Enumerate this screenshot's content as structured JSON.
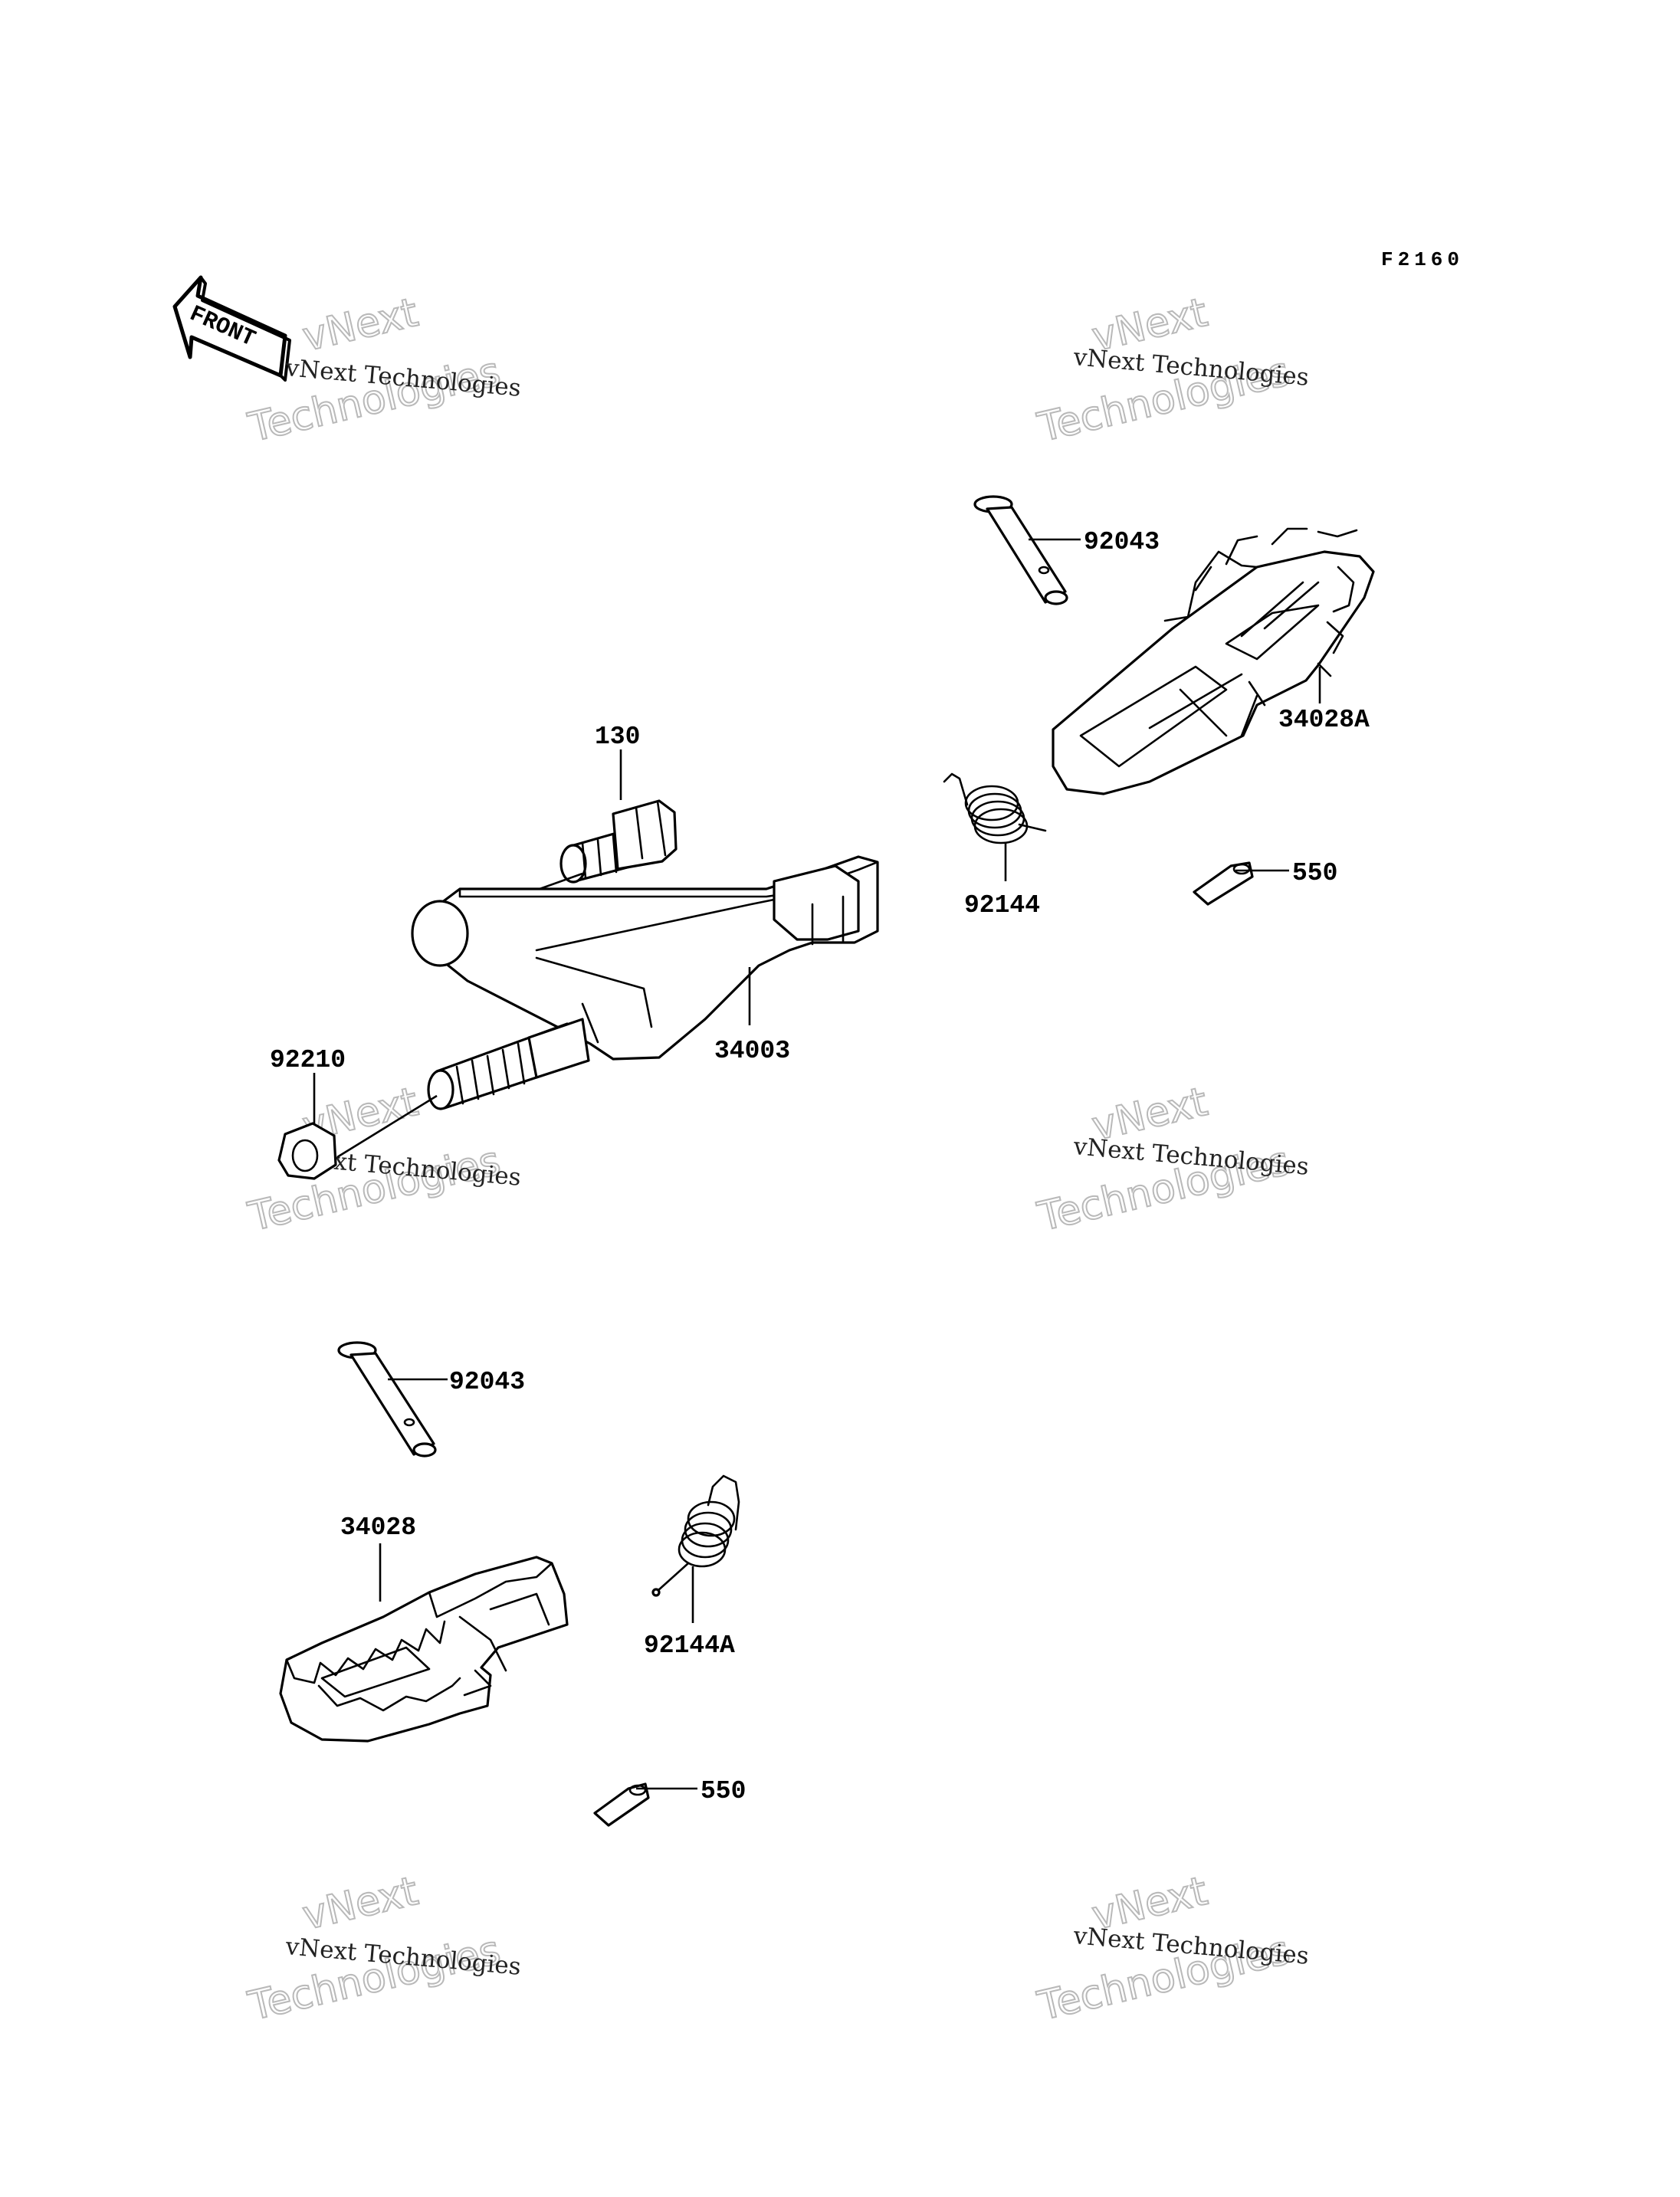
{
  "diagram": {
    "figure_code": "F2160",
    "front_label": "FRONT",
    "icons": {
      "direction": "front-arrow-icon"
    },
    "watermark": {
      "line1": "vNext Technologies",
      "line2": "vNext",
      "line3": "Technologies"
    },
    "callouts": {
      "bolt_130": "130",
      "brake_pedal_34003": "34003",
      "nut_92210": "92210",
      "pin_92043_upper": "92043",
      "footpeg_34028A": "34028A",
      "spring_92144": "92144",
      "cotter_550_upper": "550",
      "pin_92043_lower": "92043",
      "footpeg_34028": "34028",
      "spring_92144A": "92144A",
      "cotter_550_lower": "550"
    },
    "colors": {
      "line": "#000000",
      "background": "#ffffff",
      "watermark": "#b9b9b9"
    }
  }
}
